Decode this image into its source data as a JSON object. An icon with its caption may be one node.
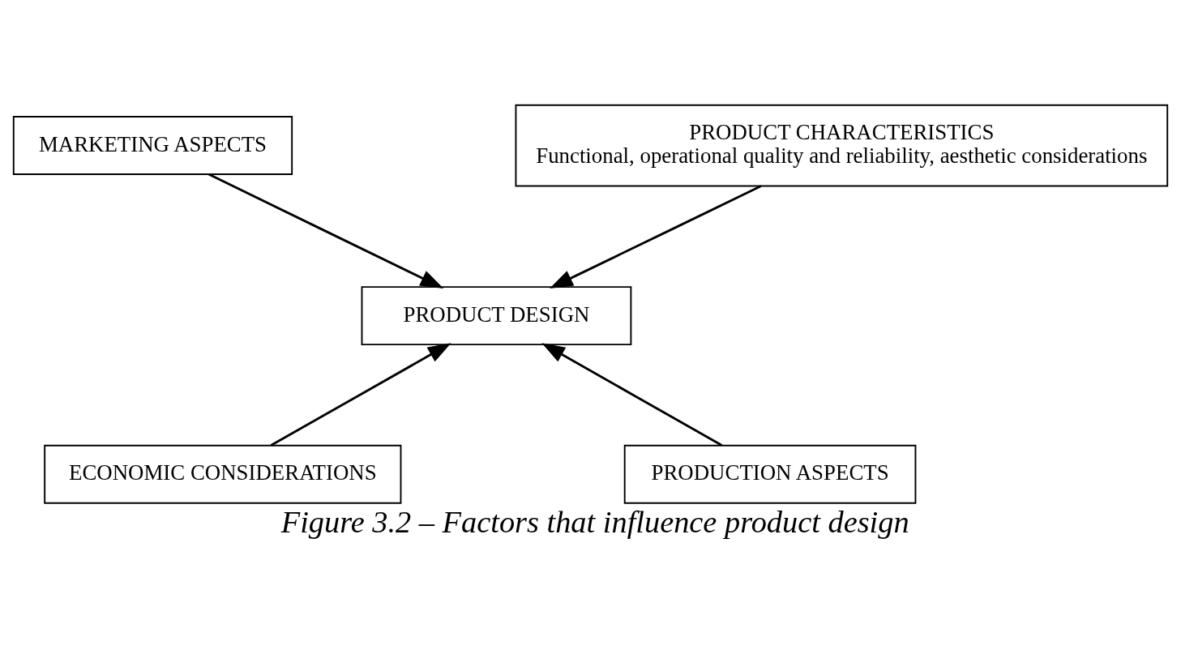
{
  "diagram": {
    "caption": "Figure 3.2 – Factors that influence product design",
    "nodes": [
      {
        "text": [
          "MARKETING ASPECTS"
        ]
      },
      {
        "text": [
          "PRODUCT CHARACTERISTICS",
          "Functional, operational quality and reliability, aesthetic considerations"
        ]
      },
      {
        "text": [
          "PRODUCT DESIGN"
        ]
      },
      {
        "text": [
          "ECONOMIC CONSIDERATIONS"
        ]
      },
      {
        "text": [
          "PRODUCTION ASPECTS"
        ]
      }
    ],
    "edges": [
      {
        "from": 0,
        "to": 2,
        "arrow": "to"
      },
      {
        "from": 1,
        "to": 2,
        "arrow": "to"
      },
      {
        "from": 3,
        "to": 2,
        "arrow": "to"
      },
      {
        "from": 4,
        "to": 2,
        "arrow": "to"
      }
    ]
  }
}
